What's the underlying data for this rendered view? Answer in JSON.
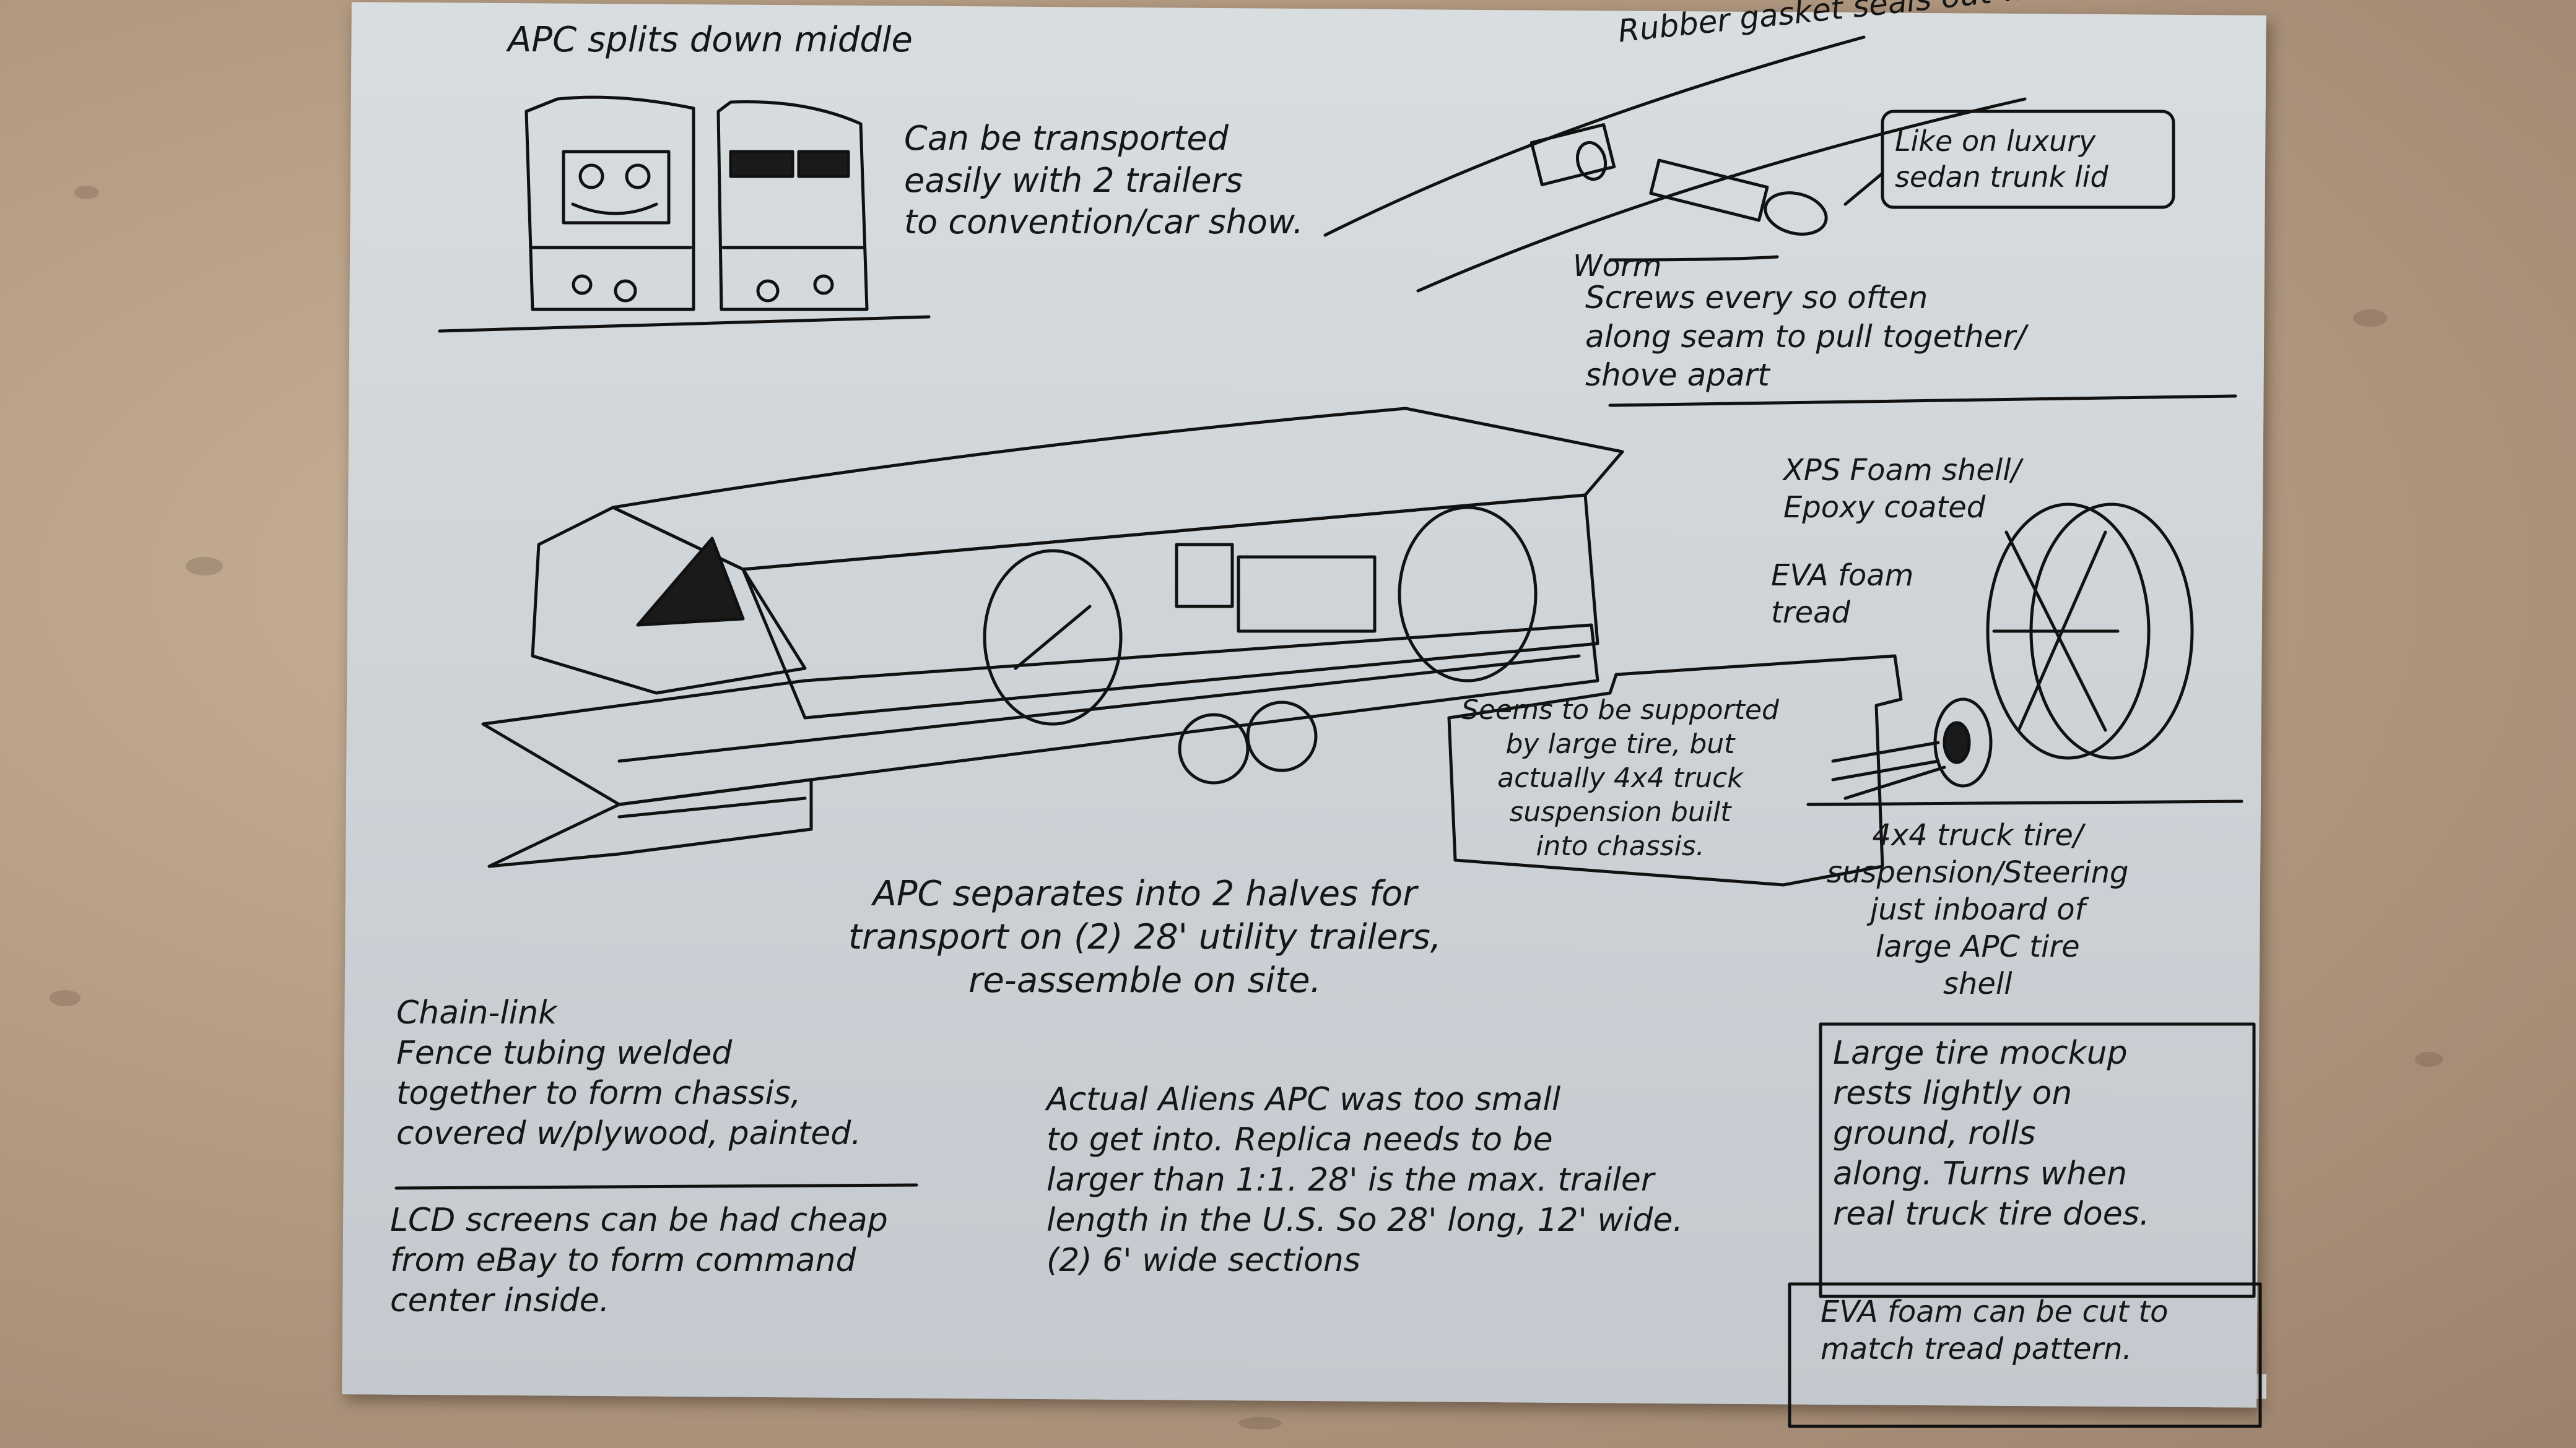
{
  "sheet": {
    "heading_split": "APC splits down middle",
    "note_transport": "Can be transported\neasily with 2 trailers\nto convention/car show.",
    "gasket_label": "Rubber gasket seals out weather",
    "luxury_box": "Like on luxury\nsedan trunk lid",
    "worm_label": "Worm",
    "screws_note": "Screws every so often\nalong seam to pull together/\nshove apart",
    "xps_note": "XPS Foam shell/\nEpoxy coated",
    "eva_tread": "EVA foam\ntread",
    "supported_box": "Seems to be supported\nby large tire, but\nactually 4x4 truck\nsuspension built\ninto chassis.",
    "truck_tire_note": "4x4 truck tire/\nsuspension/Steering\njust inboard of\nlarge APC tire\nshell",
    "separates_note": "APC separates into 2 halves for\ntransport on (2) 28' utility trailers,\nre-assemble on site.",
    "chain_link_note": "Chain-link\nFence tubing welded\ntogether to form chassis,\ncovered w/plywood, painted.",
    "lcd_note": "LCD screens can be had cheap\nfrom eBay to form command\ncenter inside.",
    "actual_aliens_note": "Actual Aliens APC was too small\nto get into. Replica needs to be\nlarger than 1:1. 28' is the max. trailer\nlength in the U.S. So 28' long, 12' wide.\n(2) 6' wide sections",
    "mockup_box": "Large tire mockup\nrests lightly on\nground, rolls\nalong. Turns when\nreal truck tire does.",
    "eva_cut_box": "EVA foam can be cut to\nmatch tread pattern."
  }
}
